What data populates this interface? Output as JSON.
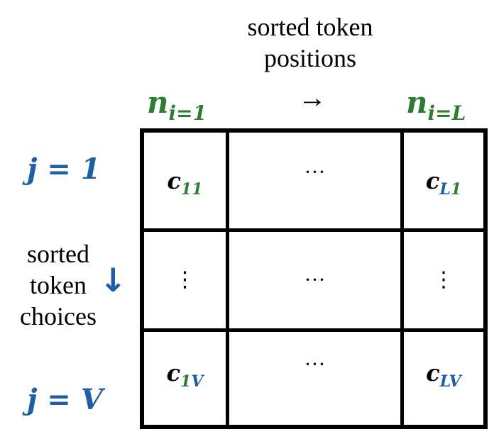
{
  "colors": {
    "green": "#2e7d32",
    "blue": "#1f5fa6",
    "black": "#000000"
  },
  "top_label": {
    "line1": "sorted token",
    "line2": "positions",
    "arrow": "→"
  },
  "column_labels": {
    "first": {
      "base": "n",
      "sub": "i=1"
    },
    "last": {
      "base": "n",
      "sub": "i=L"
    }
  },
  "row_labels": {
    "first": "j = 1",
    "last": "j = V"
  },
  "left_label": {
    "line1": "sorted",
    "line2": "token",
    "line3": "choices",
    "arrow": "↓"
  },
  "cells": {
    "r1c1": {
      "base": "c",
      "sub": "11"
    },
    "r1c2": "···",
    "r1c3": {
      "base": "c",
      "sub_a": "L",
      "sub_b": "1"
    },
    "r2c1": "⋮",
    "r2c2": "···",
    "r2c3": "⋮",
    "r3c1": {
      "base": "c",
      "sub_a": "1",
      "sub_b": "V"
    },
    "r3c2": "···",
    "r3c3": {
      "base": "c",
      "sub": "LV"
    }
  }
}
